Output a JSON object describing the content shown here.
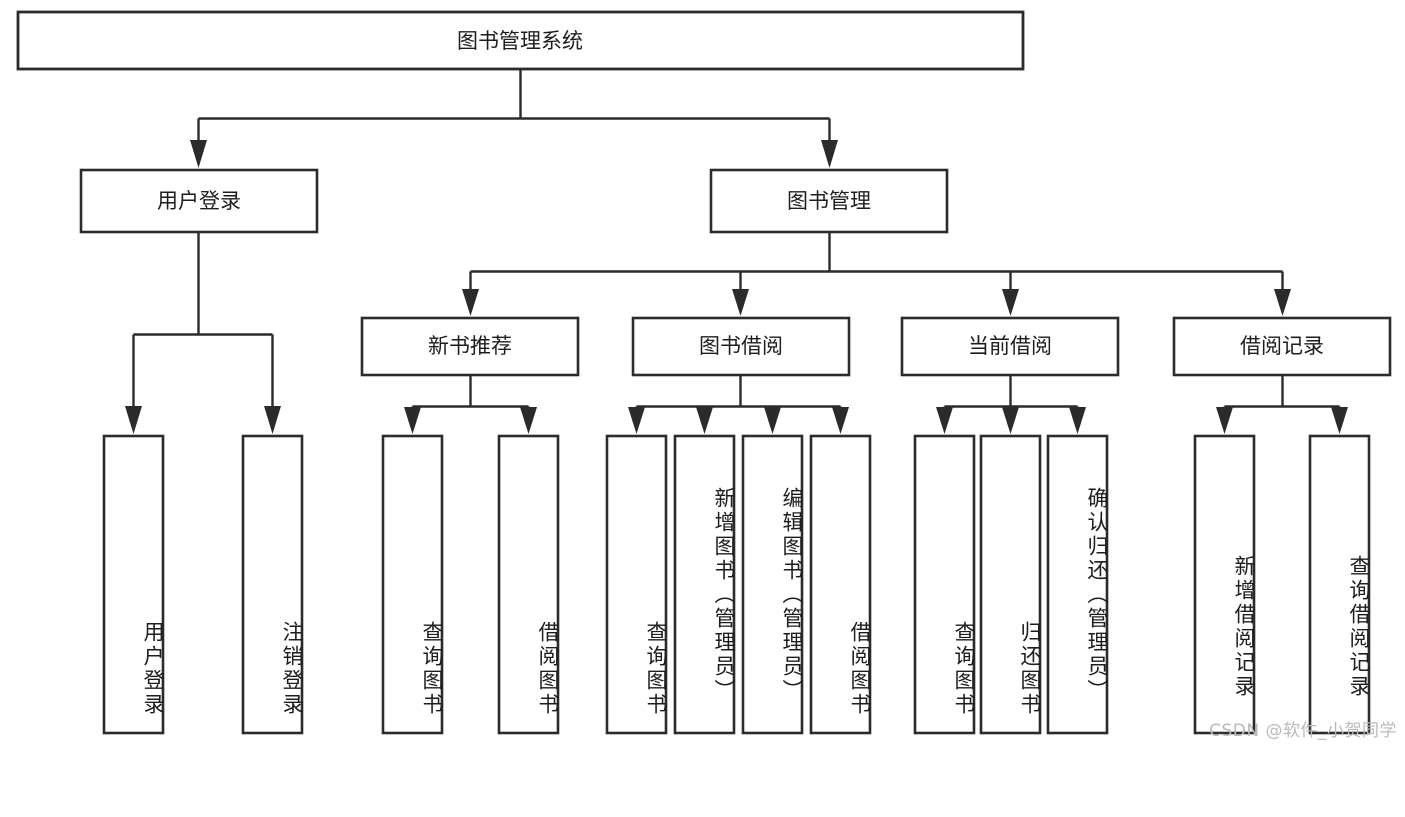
{
  "diagram": {
    "type": "tree-hierarchy-chart",
    "title": "图书管理系统",
    "orientation": "top-down",
    "colors": {
      "box_stroke": "#2b2b2b",
      "box_fill": "#ffffff",
      "connector": "#2b2b2b",
      "text": "#1d1d1d",
      "background": "#ffffff",
      "watermark": "#b9b9b9"
    },
    "levels": [
      {
        "level": 1,
        "nodes": [
          {
            "id": "root",
            "label": "图书管理系统",
            "orientation": "horizontal"
          }
        ]
      },
      {
        "level": 2,
        "nodes": [
          {
            "id": "user-login",
            "label": "用户登录",
            "orientation": "horizontal",
            "parent": "root"
          },
          {
            "id": "book-manage",
            "label": "图书管理",
            "orientation": "horizontal",
            "parent": "root"
          }
        ]
      },
      {
        "level": 3,
        "nodes": [
          {
            "id": "new-book-rec",
            "label": "新书推荐",
            "orientation": "horizontal",
            "parent": "book-manage"
          },
          {
            "id": "book-borrow",
            "label": "图书借阅",
            "orientation": "horizontal",
            "parent": "book-manage"
          },
          {
            "id": "current-borrow",
            "label": "当前借阅",
            "orientation": "horizontal",
            "parent": "book-manage"
          },
          {
            "id": "borrow-record",
            "label": "借阅记录",
            "orientation": "horizontal",
            "parent": "book-manage"
          }
        ]
      },
      {
        "level": 4,
        "nodes": [
          {
            "id": "leaf-user-login",
            "label": "用户登录",
            "orientation": "vertical",
            "parent": "user-login"
          },
          {
            "id": "leaf-user-logout",
            "label": "注销登录",
            "orientation": "vertical",
            "parent": "user-login"
          },
          {
            "id": "leaf-rec-query",
            "label": "查询图书",
            "orientation": "vertical",
            "parent": "new-book-rec"
          },
          {
            "id": "leaf-rec-borrow",
            "label": "借阅图书",
            "orientation": "vertical",
            "parent": "new-book-rec"
          },
          {
            "id": "leaf-borrow-query",
            "label": "查询图书",
            "orientation": "vertical",
            "parent": "book-borrow"
          },
          {
            "id": "leaf-borrow-add",
            "label": "新增图书（管理员）",
            "orientation": "vertical",
            "parent": "book-borrow"
          },
          {
            "id": "leaf-borrow-edit",
            "label": "编辑图书（管理员）",
            "orientation": "vertical",
            "parent": "book-borrow"
          },
          {
            "id": "leaf-borrow-lend",
            "label": "借阅图书",
            "orientation": "vertical",
            "parent": "book-borrow"
          },
          {
            "id": "leaf-cur-query",
            "label": "查询图书",
            "orientation": "vertical",
            "parent": "current-borrow"
          },
          {
            "id": "leaf-cur-return",
            "label": "归还图书",
            "orientation": "vertical",
            "parent": "current-borrow"
          },
          {
            "id": "leaf-cur-confirm",
            "label": "确认归还（管理员）",
            "orientation": "vertical",
            "parent": "current-borrow"
          },
          {
            "id": "leaf-rec-add",
            "label": "新增借阅记录",
            "orientation": "vertical",
            "parent": "borrow-record"
          },
          {
            "id": "leaf-rec-search",
            "label": "查询借阅记录",
            "orientation": "vertical",
            "parent": "borrow-record"
          }
        ]
      }
    ]
  },
  "watermark": {
    "text": "CSDN @软件_小贺同学"
  }
}
